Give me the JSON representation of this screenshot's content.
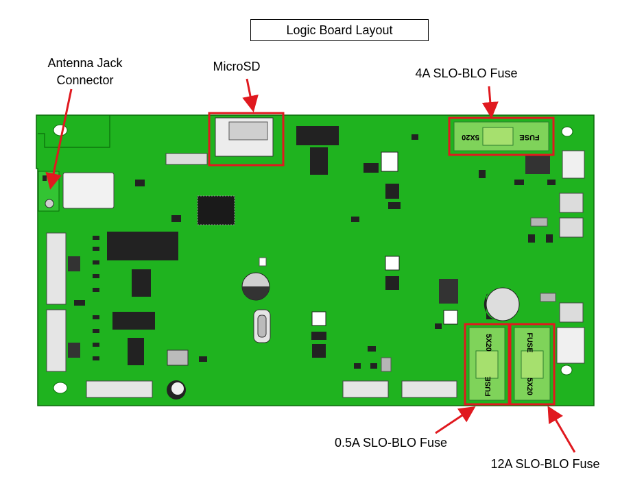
{
  "title": "Logic Board Layout",
  "callouts": {
    "antenna_line1": "Antenna Jack",
    "antenna_line2": "Connector",
    "microsd": "MicroSD",
    "fuse_4a": "4A SLO-BLO Fuse",
    "fuse_05a": "0.5A SLO-BLO Fuse",
    "fuse_12a": "12A SLO-BLO Fuse"
  },
  "fuse_markings": {
    "fuse": "FUSE",
    "size": "5X20"
  },
  "colors": {
    "board": "#1fb31f",
    "board_edge": "#0b6b0b",
    "callout_red": "#e0191f",
    "fuse_holder": "#7fd35a",
    "fuse_body": "#a6e06e",
    "chip": "#222222"
  }
}
